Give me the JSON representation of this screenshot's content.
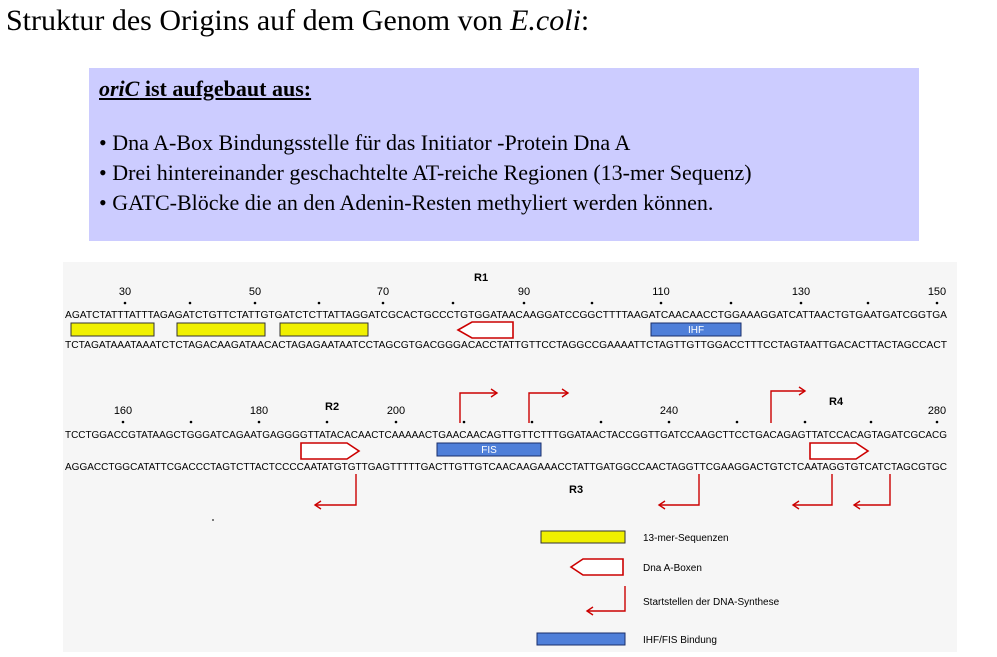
{
  "title": {
    "main": "Struktur des Origins auf dem Genom von ",
    "species": "E.coli",
    "suffix": ":"
  },
  "info_box": {
    "heading_italic": "oriC",
    "heading_rest": " ist aufgebaut aus:",
    "bullets": [
      "• Dna A-Box Bindungsstelle für das Initiator -Protein Dna A",
      "• Drei hintereinander geschachtelte AT-reiche Regionen (13-mer Sequenz)",
      "• GATC-Blöcke die an den Adenin-Resten methyliert werden können."
    ]
  },
  "diagram": {
    "row1": {
      "numbers": [
        "30",
        "50",
        "70",
        "90",
        "110",
        "130",
        "150"
      ],
      "top_strand": "AGATCTATTTATTTAGAGATCTGTTCTATTGTGATCTCTTATTAGGATCGCACTGCCCTGTGGATAACAAGGATCCGGCTTTTAAGATCAACAACCTGGAAAGGATCATTAACTGTGAATGATCGGTGA",
      "bottom_strand": "TCTAGATAAATAAATCTCTAGACAAGATAACACTAGAGAATAATCCTAGCGTGACGGGACACCTATTGTTCCTAGGCCGAAAATTCTAGTTGTTGGACCTTTCCTAGTAATTGACACTTACTAGCCACT",
      "region_labels": [
        "R1"
      ],
      "box_labels": [
        "IHF"
      ]
    },
    "row2": {
      "numbers": [
        "160",
        "180",
        "200",
        "240",
        "280"
      ],
      "top_strand": "TCCTGGACCGTATAAGCTGGGATCAGAATGAGGGGTTATACACAACTCAAAAACTGAACAACAGTTGTTCTTTGGATAACTACCGGTTGATCCAAGCTTCCTGACAGAGTTATCCACAGTAGATCGCACG",
      "bottom_strand": "AGGACCTGGCATATTCGACCCTAGTCTTACTCCCCAATATGTGTTGAGTTTTTGACTTGTTGTCAACAAGAAACCTATTGATGGCCAACTAGGTTCGAAGGACTGTCTCAATAGGTGTCATCTAGCGTGC",
      "region_labels": [
        "R2",
        "R4",
        "R3"
      ],
      "box_labels": [
        "FIS"
      ]
    },
    "legend": [
      {
        "label": "13-mer-Sequenzen"
      },
      {
        "label": "Dna A-Boxen"
      },
      {
        "label": "Startstellen der DNA-Synthese"
      },
      {
        "label": "IHF/FIS Bindung"
      }
    ],
    "colors": {
      "mer13_fill": "#f0f000",
      "dnaa_stroke": "#cc0000",
      "arrow": "#cc0000",
      "binding_fill": "#4f7fd9"
    }
  }
}
